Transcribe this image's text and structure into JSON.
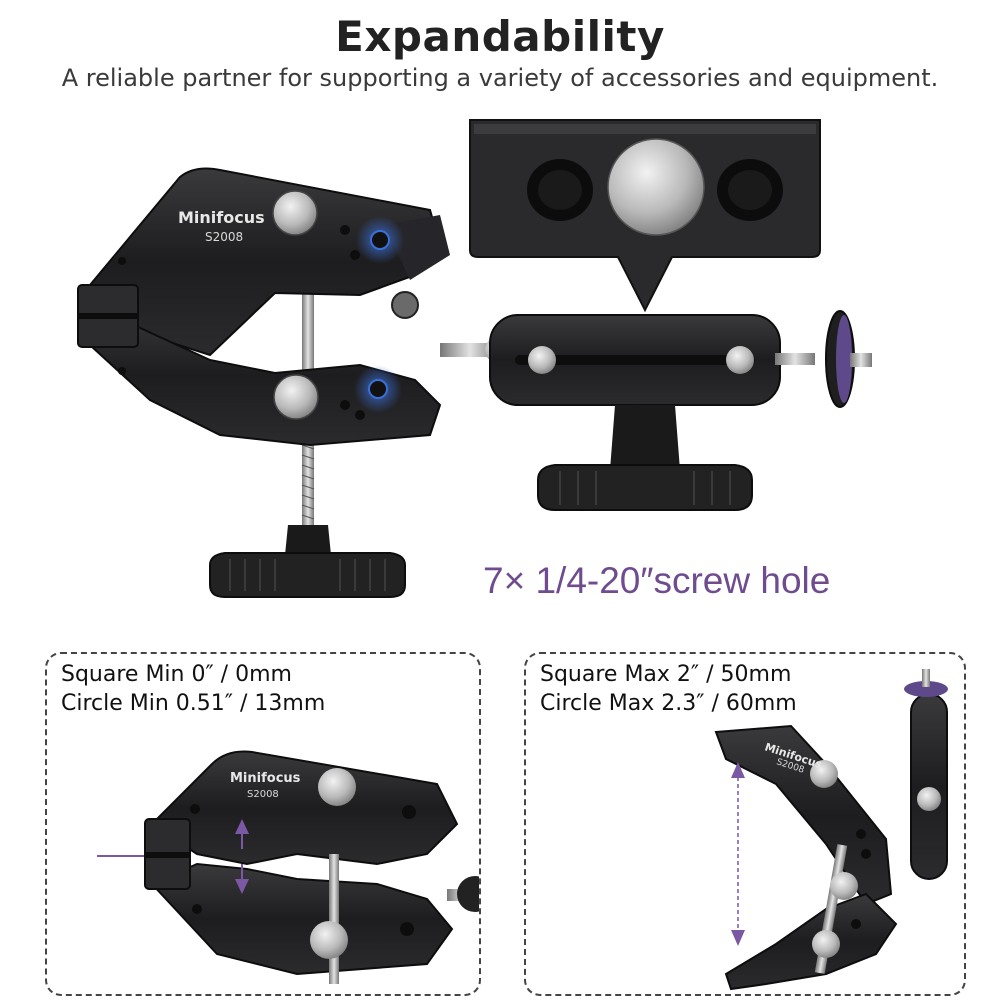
{
  "header": {
    "title": "Expandability",
    "subtitle": "A reliable partner for supporting a variety of accessories and equipment."
  },
  "product": {
    "brand": "Minifocus",
    "model": "S2008"
  },
  "callout": {
    "screw_holes": "7× 1/4-20″screw hole"
  },
  "panels": {
    "min": {
      "square": "Square Min 0″ / 0mm",
      "circle": "Circle Min 0.51″ / 13mm"
    },
    "max": {
      "square": "Square Max 2″ / 50mm",
      "circle": "Circle Max 2.3″ / 60mm"
    }
  },
  "colors": {
    "accent": "#7b58a3",
    "metal_dark": "#1c1c1e",
    "highlight_blue": "#3b6fd8"
  }
}
